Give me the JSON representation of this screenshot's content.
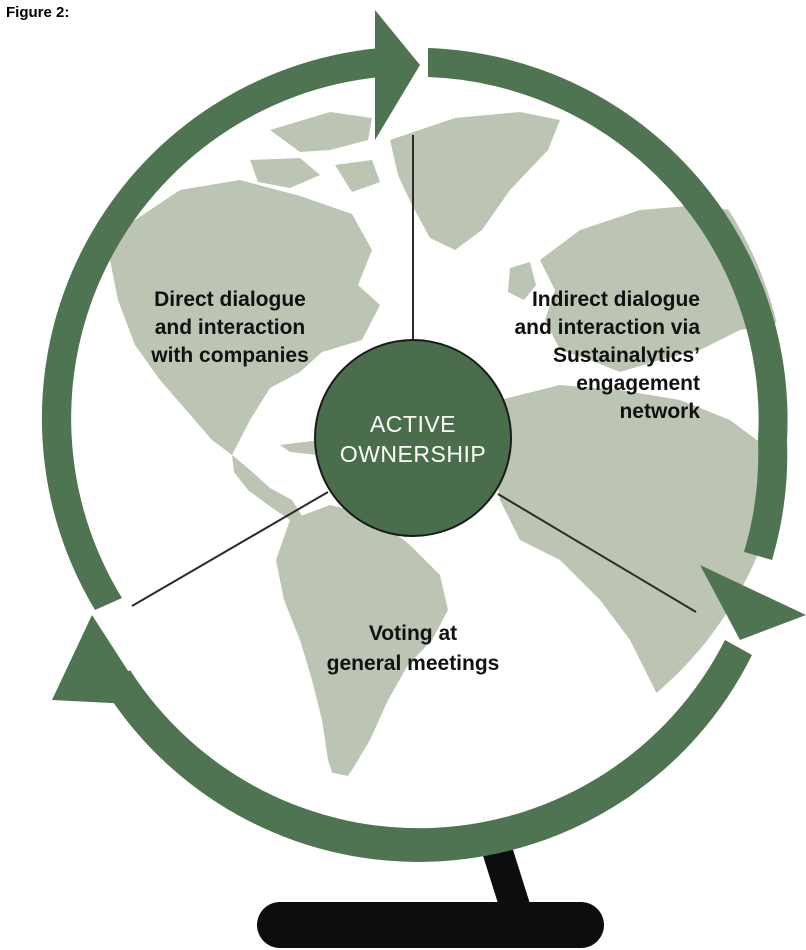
{
  "figure_label": "Figure 2:",
  "center": {
    "line1": "ACTIVE",
    "line2": "OWNERSHIP"
  },
  "segments": {
    "direct": [
      "Direct dialogue",
      "and interaction",
      "with companies"
    ],
    "indirect": [
      "Indirect dialogue",
      "and interaction via",
      "Sustainalytics’",
      "engagement",
      "network"
    ],
    "voting": [
      "Voting at",
      "general meetings"
    ]
  },
  "colors": {
    "arrow_green": "#4f7451",
    "center_green": "#4a6e4c",
    "land_gray": "#bcc4b4",
    "stand_black": "#0d0d0d",
    "divider_line": "#2b2b2b"
  }
}
